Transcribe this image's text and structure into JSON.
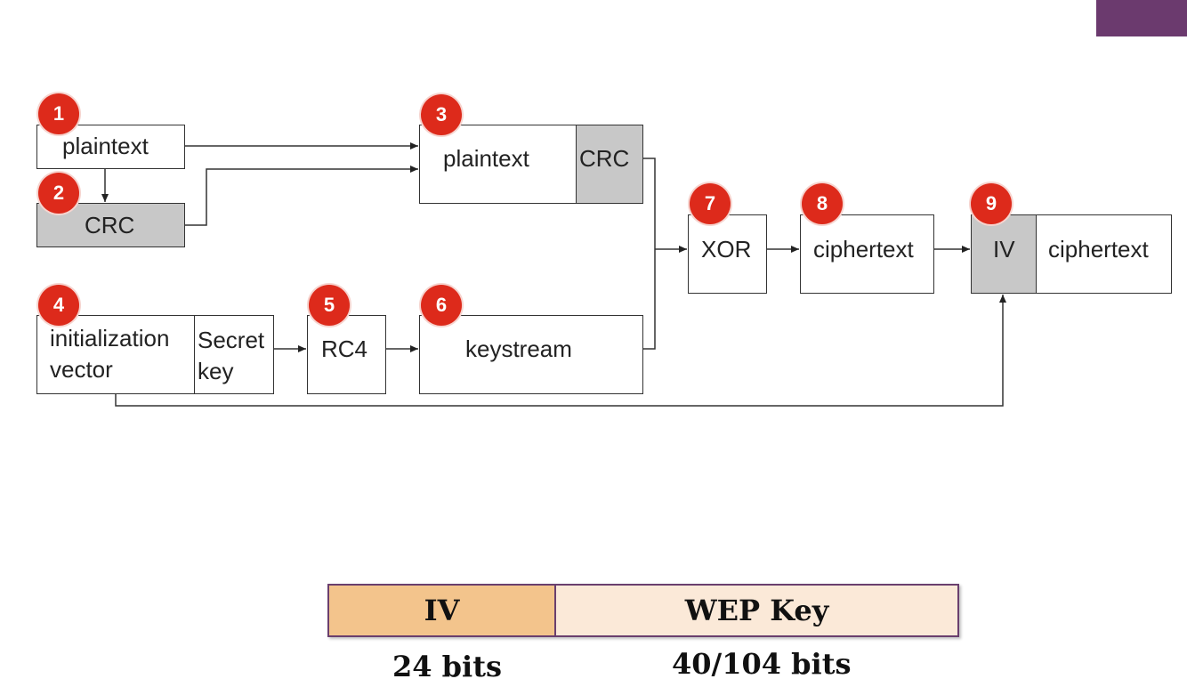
{
  "colors": {
    "accent": "#6b3a6e",
    "badge": "#dd2a1b",
    "shaded_box": "#c8c8c8",
    "iv_cell": "#f3c48c",
    "wep_cell": "#fbe9d8"
  },
  "diagram": {
    "steps": [
      {
        "number": "1",
        "label": "plaintext"
      },
      {
        "number": "2",
        "label": "CRC"
      },
      {
        "number": "3",
        "label": "plaintext",
        "extra": "CRC"
      },
      {
        "number": "4",
        "label_line1": "initialization",
        "label_line2": "vector",
        "extra_line1": "Secret",
        "extra_line2": "key"
      },
      {
        "number": "5",
        "label": "RC4"
      },
      {
        "number": "6",
        "label": "keystream"
      },
      {
        "number": "7",
        "label": "XOR"
      },
      {
        "number": "8",
        "label": "ciphertext"
      },
      {
        "number": "9",
        "label": "IV",
        "extra": "ciphertext"
      }
    ]
  },
  "key_structure": {
    "iv_label": "IV",
    "wep_label": "WEP Key",
    "iv_size": "24 bits",
    "wep_size": "40/104 bits"
  }
}
